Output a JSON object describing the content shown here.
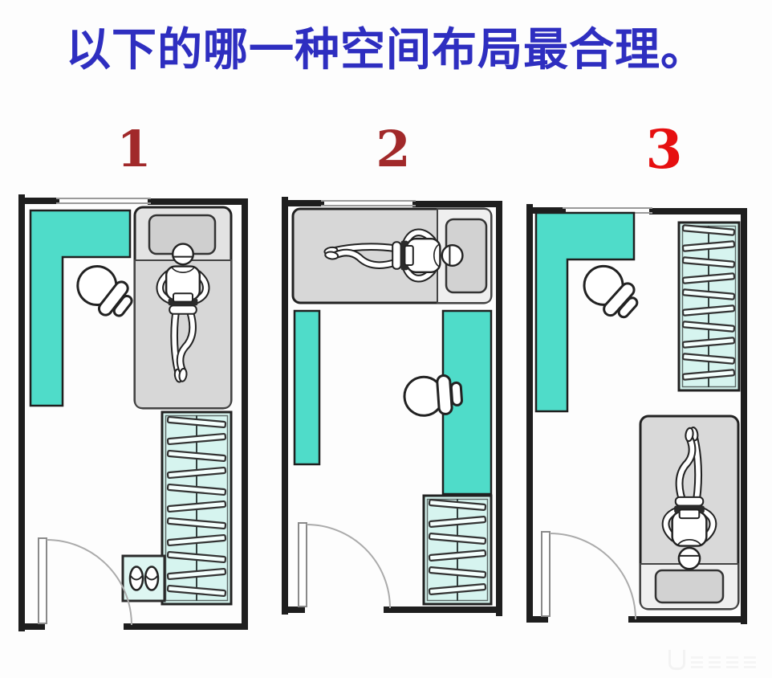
{
  "title": {
    "text": "以下的哪一种空间布局最合理。",
    "color": "#2e2ec0"
  },
  "question_options": {
    "plans": [
      {
        "label": "1",
        "label_color": "#a1292a",
        "description": "L-shaped desk top-left with office chair; bed on right wall with person, head toward window; tall wardrobe bottom-right; shoe mat with slippers beside wardrobe; door bottom-left"
      },
      {
        "label": "2",
        "label_color": "#a1292a",
        "description": "Bed across the top window wall with person; desk strip on left wall; desk with office chair on right wall; wardrobe bottom-right; door bottom-left"
      },
      {
        "label": "3",
        "label_color": "#e60f10",
        "description": "L-shaped desk top-left with office chair; tall wardrobe top-right along window wall; bed bottom-right with person, head toward door side; door bottom-left"
      }
    ]
  },
  "palette": {
    "background": "#fdfdfd",
    "title_blue": "#2e2ec0",
    "number_dark_red": "#a1292a",
    "number_bright_red": "#e60f10",
    "desk_teal": "#4fdcc9",
    "wardrobe_light_teal": "#d6f4ef",
    "bed_gray": "#d7d7d7",
    "pillow_gray": "#cfcfcf",
    "wall_black": "#1e1e1e",
    "door_arc_gray": "#ababab"
  }
}
